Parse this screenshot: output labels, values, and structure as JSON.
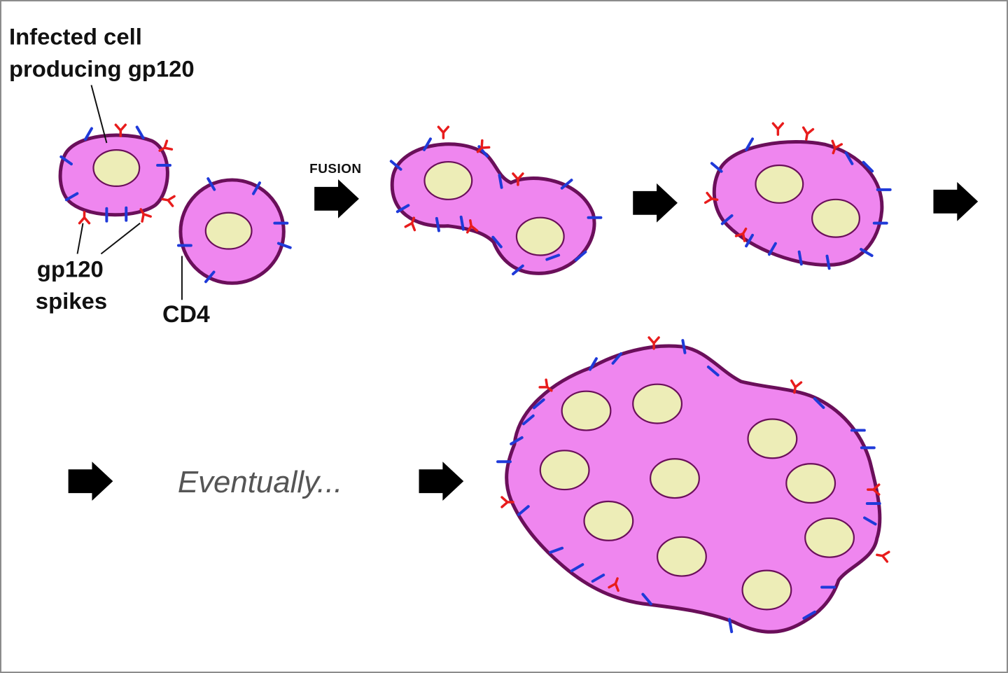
{
  "labels": {
    "infected_cell_line1": "Infected cell",
    "infected_cell_line2": "producing gp120",
    "gp120_line1": "gp120",
    "gp120_line2": "spikes",
    "cd4": "CD4",
    "fusion": "FUSION",
    "eventually": "Eventually..."
  },
  "colors": {
    "cytoplasm": "#ef86ef",
    "membrane": "#6a0f5a",
    "nucleus": "#ededb7",
    "cd4_receptor": "#1f3ad9",
    "gp120_spike": "#e81c1c",
    "arrow": "#000000",
    "eventually_text": "#555555"
  },
  "icons": {
    "arrow": "right-block-arrow-icon",
    "gp120": "y-shaped-spike-icon",
    "cd4": "t-shaped-receptor-icon"
  }
}
